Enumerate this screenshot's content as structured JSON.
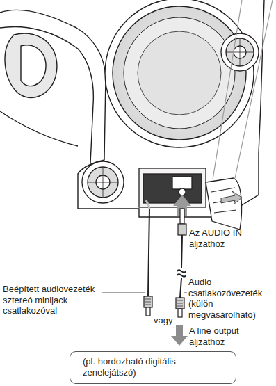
{
  "diagram": {
    "nodes": [
      {
        "text": [
          "(pl. hordozható digitális zenelejátszó)"
        ]
      }
    ],
    "labels": [
      "Az AUDIO IN aljzathoz",
      "Beépített audiovezeték sztereó minijack csatlakozóval",
      "Audio csatlakozóvezeték (külön megvásárolható)",
      "vagy",
      "A line output aljzathoz"
    ]
  }
}
